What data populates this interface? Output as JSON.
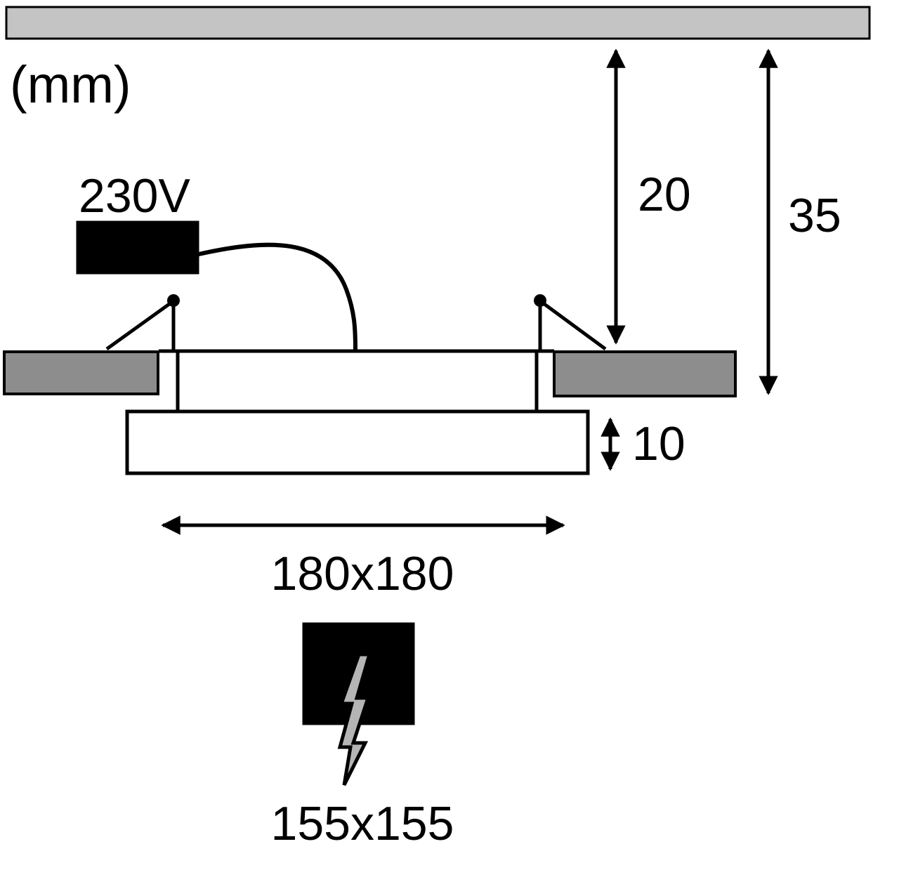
{
  "diagram": {
    "unit_label": "(mm)",
    "voltage_label": "230V",
    "dim_recess_depth": "20",
    "dim_total_depth": "35",
    "dim_panel_thickness": "10",
    "dim_panel_size": "180x180",
    "dim_cutout_size": "155x155"
  },
  "icons": {
    "cutout": "lightning-bolt-icon"
  },
  "colors": {
    "ceiling_fill": "#c4c4c4",
    "flange_fill": "#8d8d8d",
    "bolt_fill": "#b5b5b5",
    "driver_fill": "#000000",
    "cutout_box_fill": "#000000",
    "outline": "#000000",
    "panel_fill": "#ffffff",
    "background": "#ffffff"
  }
}
